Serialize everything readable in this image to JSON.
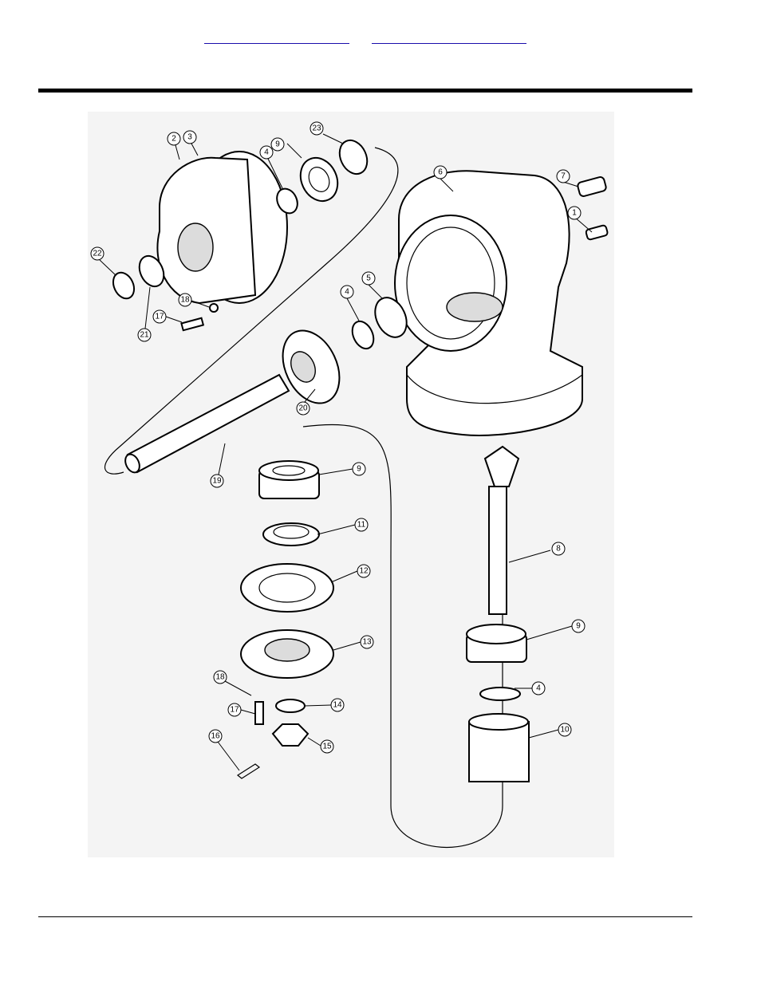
{
  "header": {
    "links": [
      {
        "label": ""
      },
      {
        "label": ""
      }
    ]
  },
  "diagram": {
    "callouts": [
      "1",
      "2",
      "3",
      "4",
      "4",
      "4",
      "5",
      "6",
      "7",
      "8",
      "9",
      "9",
      "9",
      "10",
      "11",
      "12",
      "13",
      "14",
      "15",
      "16",
      "17",
      "17",
      "18",
      "18",
      "19",
      "20",
      "21",
      "22",
      "23"
    ]
  }
}
